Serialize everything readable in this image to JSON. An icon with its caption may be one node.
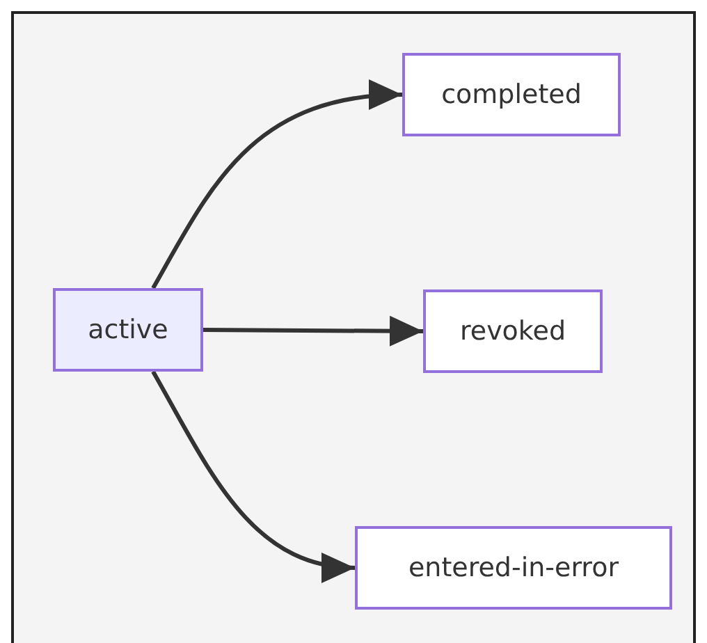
{
  "diagram": {
    "nodes": [
      {
        "text": [
          "active"
        ]
      },
      {
        "text": [
          "completed"
        ]
      },
      {
        "text": [
          "revoked"
        ]
      },
      {
        "text": [
          "entered-in-error"
        ]
      }
    ],
    "edges": [
      {
        "from": 0,
        "to": 1,
        "arrow": "to"
      },
      {
        "from": 0,
        "to": 2,
        "arrow": "to"
      },
      {
        "from": 0,
        "to": 3,
        "arrow": "to"
      }
    ]
  }
}
